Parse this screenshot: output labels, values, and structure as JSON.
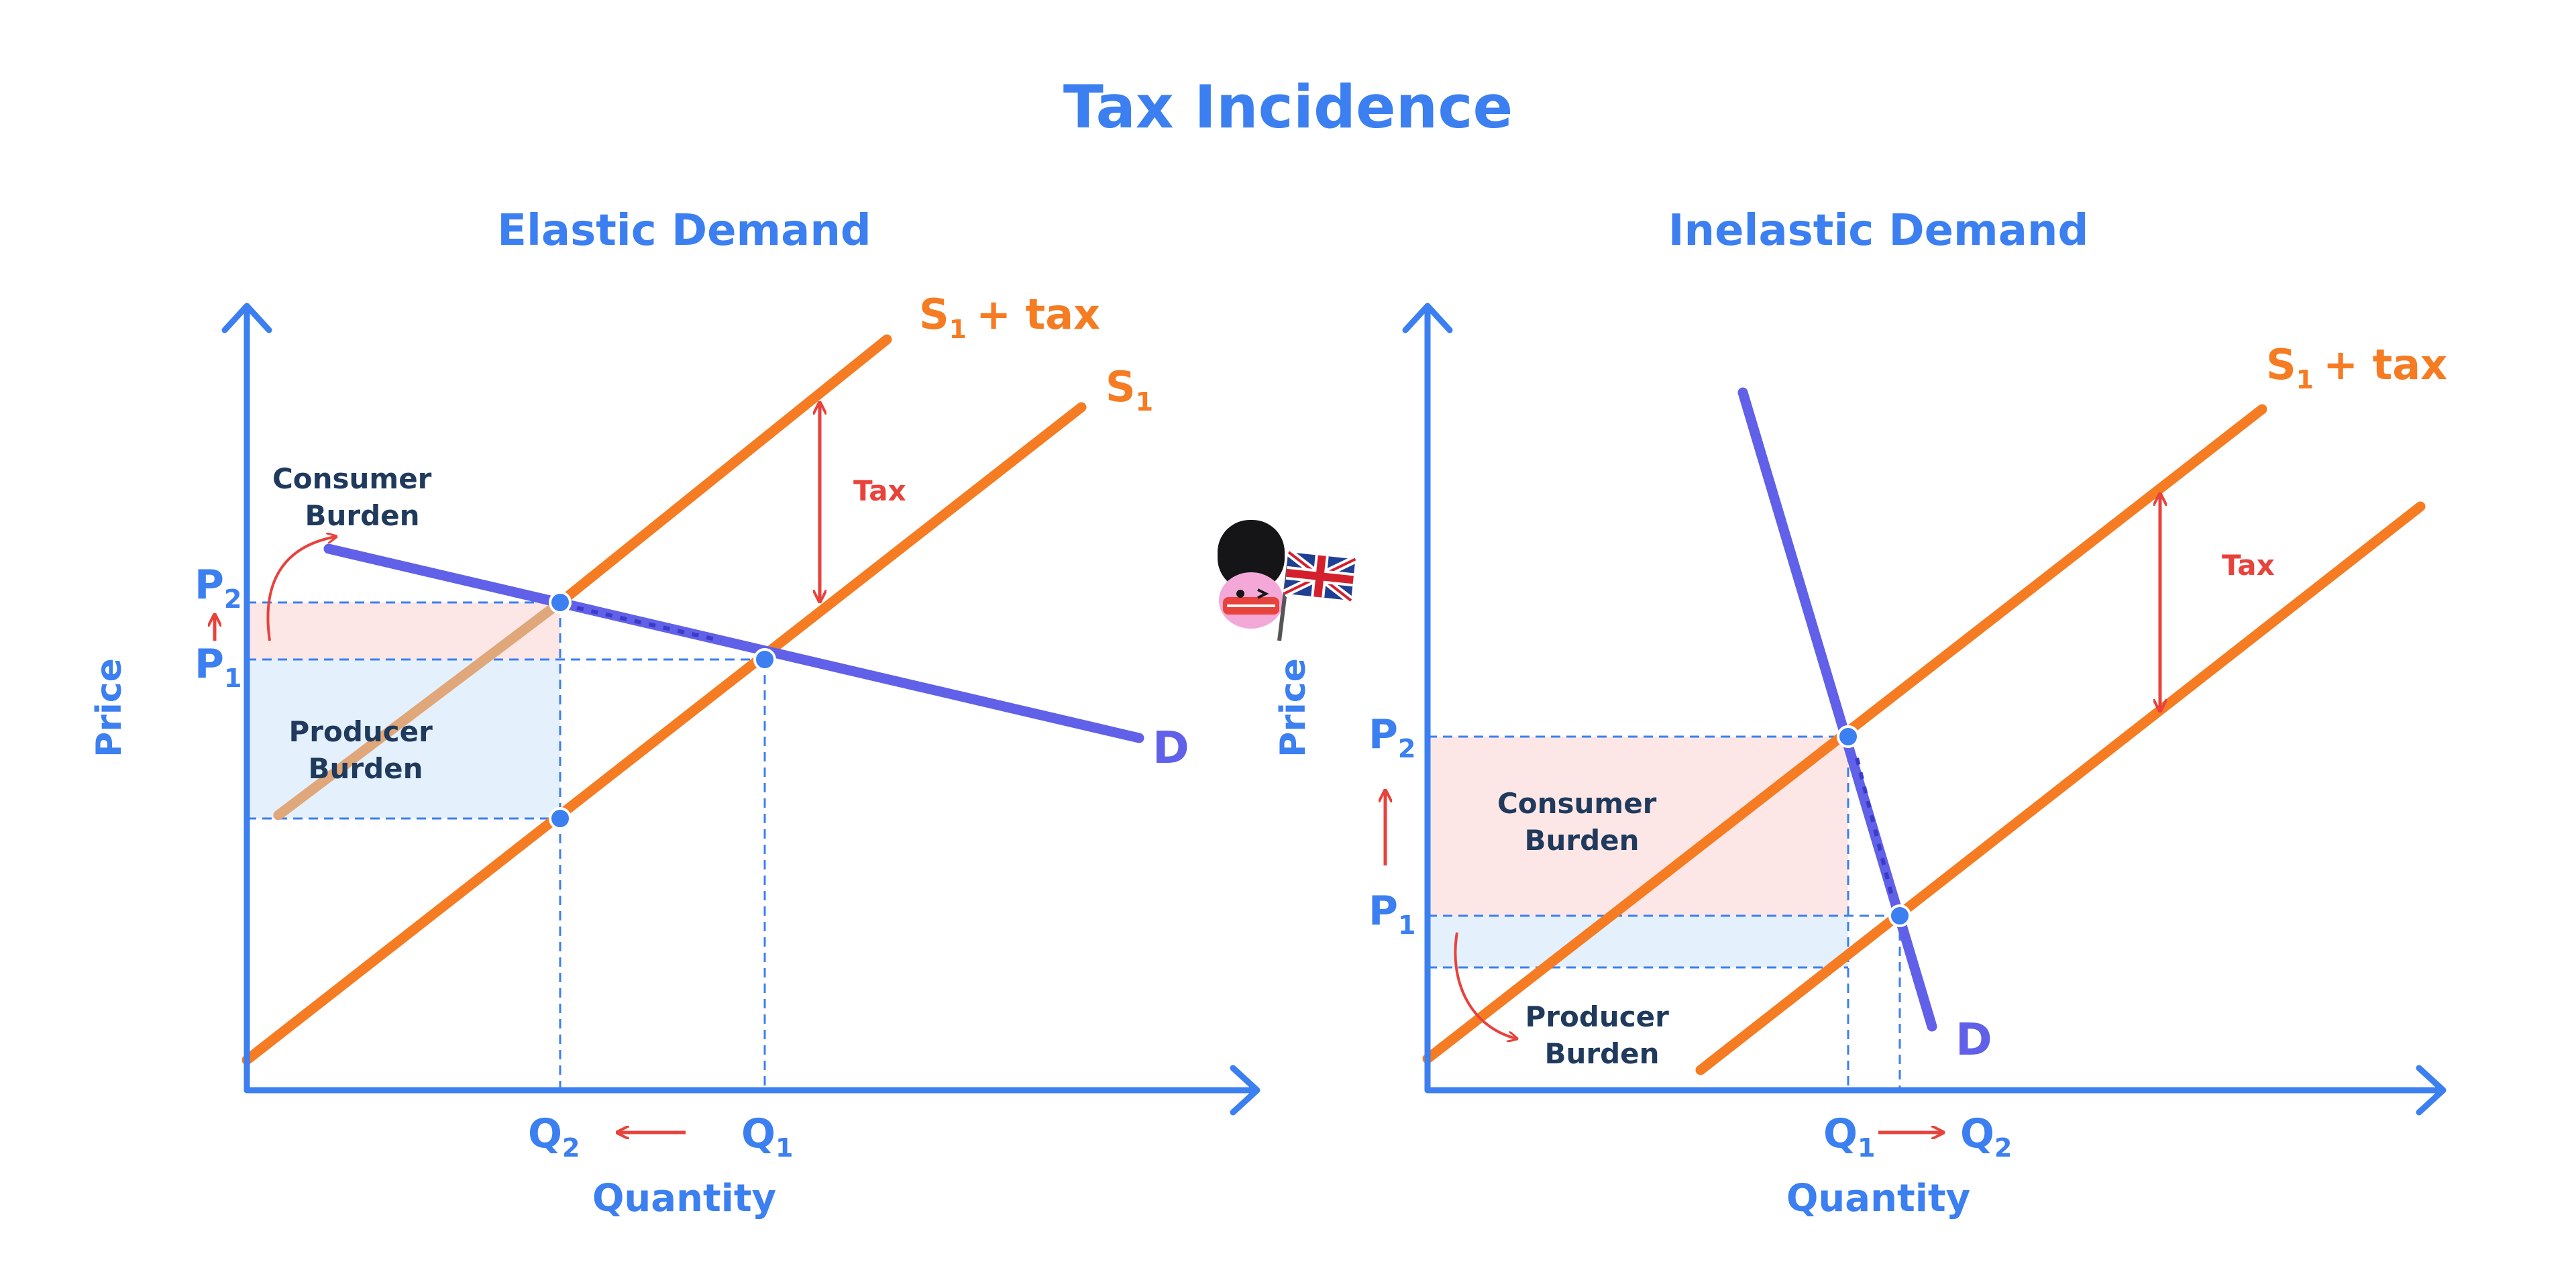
{
  "title": "Tax Incidence",
  "colors": {
    "axis": "#3b7ff0",
    "supply": "#f57c22",
    "demand": "#6060e8",
    "tax_arrow": "#e8423c",
    "guide": "#3b7ff0",
    "consumer_fill": "#fde7e6",
    "producer_fill": "#e4f0fc",
    "burden_text": "#1f3a5c"
  },
  "panels": [
    {
      "title": "Elastic Demand",
      "y_axis_label": "Price",
      "x_axis_label": "Quantity",
      "supply_label_main": "S",
      "supply_label_sub": "1",
      "supply_tax_label_main": "S",
      "supply_tax_label_sub": "1",
      "supply_tax_label_suffix": "+ tax",
      "demand_label": "D",
      "tax_label": "Tax",
      "p_high_main": "P",
      "p_high_sub": "2",
      "p_low_main": "P",
      "p_low_sub": "1",
      "q_left_main": "Q",
      "q_left_sub": "2",
      "q_right_main": "Q",
      "q_right_sub": "1",
      "consumer_burden_line1": "Consumer",
      "consumer_burden_line2": "Burden",
      "producer_burden_line1": "Producer",
      "producer_burden_line2": "Burden"
    },
    {
      "title": "Inelastic Demand",
      "y_axis_label": "Price",
      "x_axis_label": "Quantity",
      "supply_tax_label_main": "S",
      "supply_tax_label_sub": "1",
      "supply_tax_label_suffix": "+ tax",
      "demand_label": "D",
      "tax_label": "Tax",
      "p_high_main": "P",
      "p_high_sub": "2",
      "p_low_main": "P",
      "p_low_sub": "1",
      "q_left_main": "Q",
      "q_left_sub": "1",
      "q_right_main": "Q",
      "q_right_sub": "2",
      "consumer_burden_line1": "Consumer",
      "consumer_burden_line2": "Burden",
      "producer_burden_line1": "Producer",
      "producer_burden_line2": "Burden"
    }
  ],
  "mascot": {
    "icon": "royal-guard-mascot-icon",
    "flag_icon": "union-jack-flag-icon"
  }
}
